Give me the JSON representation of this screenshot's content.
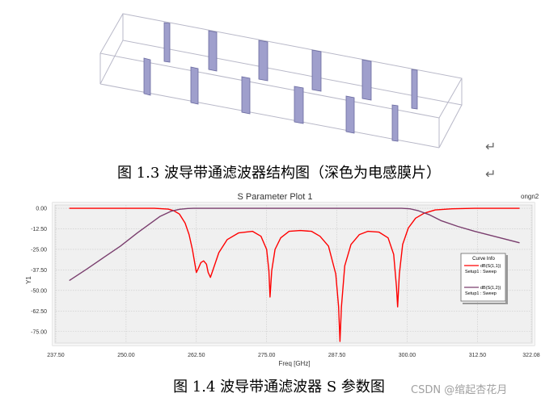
{
  "figure1": {
    "caption": "图 1.3  波导带通滤波器结构图（深色为电感膜片）",
    "return_mark": "↵"
  },
  "figure2": {
    "caption": "图 1.4    波导带通滤波器 S 参数图",
    "return_mark": "↵"
  },
  "plot": {
    "title": "S Parameter Plot 1",
    "tag": "ongn2",
    "legend": {
      "title": "Curve Info",
      "entries": [
        {
          "name": "dB(S(1,1))",
          "setup": "Setup1 : Sweep",
          "color": "#ff0000"
        },
        {
          "name": "dB(S(1,2))",
          "setup": "Setup1 : Sweep",
          "color": "#7a3e6e"
        }
      ]
    }
  },
  "watermark": "CSDN @绾起杏花月",
  "chart_data": {
    "type": "line",
    "title": "S Parameter Plot 1",
    "xlabel": "Freq [GHz]",
    "ylabel": "Y1",
    "xlim": [
      237.5,
      322.08
    ],
    "ylim": [
      -82,
      2
    ],
    "x_ticks": [
      "237.50",
      "250.00",
      "262.50",
      "275.00",
      "287.50",
      "300.00",
      "312.50",
      "322.08"
    ],
    "y_ticks": [
      "0.00",
      "-12.50",
      "-25.00",
      "-37.50",
      "-50.00",
      "-62.50",
      "-75.00"
    ],
    "grid": true,
    "legend_position": "right",
    "series": [
      {
        "name": "dB(S(1,1))",
        "color": "#ff0000",
        "x": [
          239.9,
          250,
          255,
          257.5,
          258.5,
          259.5,
          260.5,
          261.2,
          261.8,
          262.2,
          262.5,
          262.8,
          263.3,
          263.8,
          264.3,
          264.6,
          265,
          265.5,
          266.5,
          268,
          270,
          272.5,
          274,
          275,
          275.4,
          275.6,
          275.9,
          276.5,
          277.5,
          279,
          281,
          283,
          284.5,
          286,
          287.3,
          287.8,
          288.05,
          288.3,
          288.9,
          290,
          291.5,
          293,
          295,
          296.6,
          297.6,
          298.1,
          298.3,
          298.6,
          299.2,
          300.2,
          301.5,
          303,
          305,
          308,
          312,
          316,
          320
        ],
        "y": [
          0,
          0,
          0,
          -0.5,
          -1.5,
          -3.5,
          -9,
          -16,
          -25,
          -33,
          -39,
          -37,
          -33,
          -32,
          -34,
          -39,
          -42,
          -37,
          -27,
          -19,
          -15,
          -14,
          -17,
          -25,
          -38,
          -54,
          -38,
          -25,
          -18,
          -14,
          -13.5,
          -14,
          -17,
          -23,
          -40,
          -60,
          -81,
          -60,
          -35,
          -22,
          -16,
          -14,
          -14.5,
          -18,
          -28,
          -48,
          -60,
          -40,
          -22,
          -12,
          -6,
          -3,
          -1,
          -0.3,
          0,
          0,
          0
        ]
      },
      {
        "name": "dB(S(1,2))",
        "color": "#7a3e6e",
        "x": [
          239.9,
          243,
          246,
          249,
          252,
          254,
          256,
          258,
          259.5,
          261,
          262,
          263,
          265,
          270,
          275,
          280,
          285,
          290,
          295,
          299,
          300.5,
          302,
          304,
          306,
          309,
          312,
          316,
          320
        ],
        "y": [
          -44,
          -37,
          -30,
          -23,
          -15,
          -10,
          -5,
          -1.8,
          -0.6,
          -0.1,
          0,
          0,
          0,
          0,
          0,
          0,
          0,
          0,
          0,
          0,
          -0.3,
          -1.5,
          -4,
          -7.5,
          -11,
          -14,
          -17.5,
          -21
        ]
      }
    ]
  }
}
